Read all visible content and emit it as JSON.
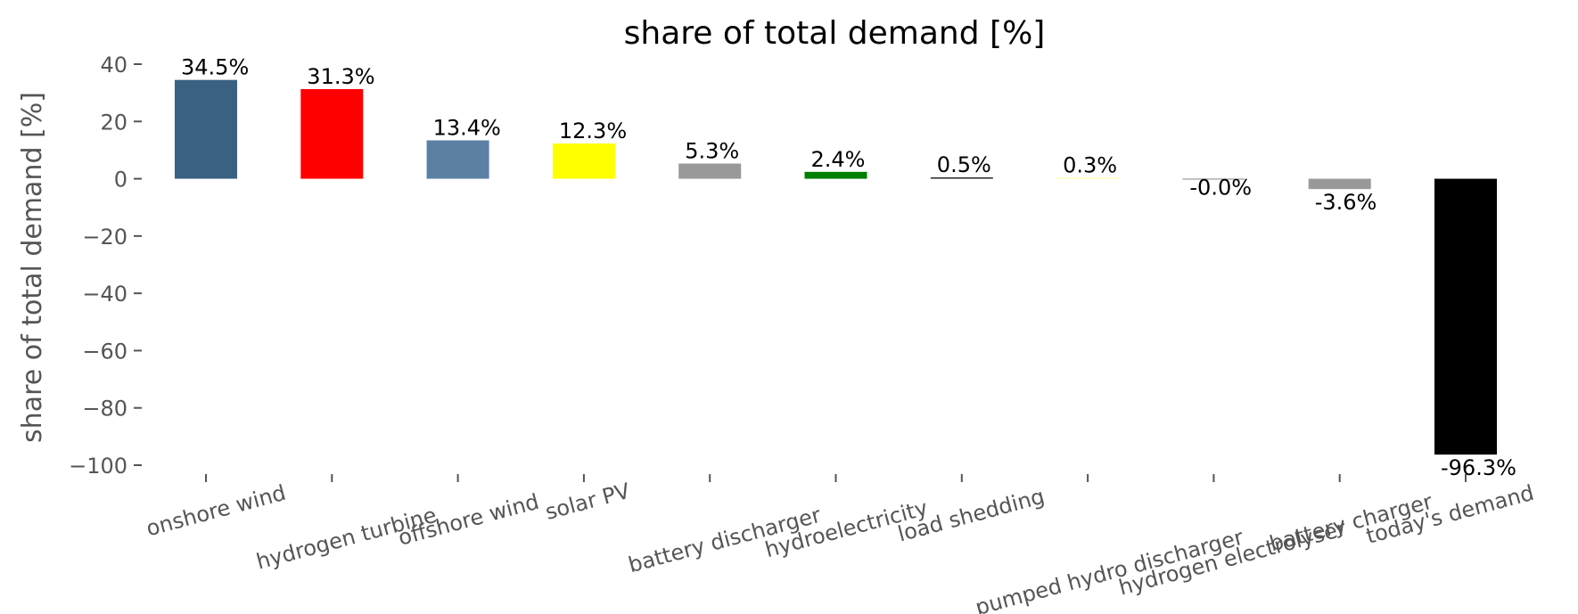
{
  "chart_data": {
    "type": "bar",
    "title": "share of total demand [%]",
    "xlabel": "",
    "ylabel": "share of total demand [%]",
    "ylim": [
      -100,
      40
    ],
    "yticks": [
      40,
      20,
      0,
      -20,
      -40,
      -60,
      -80,
      -100
    ],
    "ytick_labels": [
      "40",
      "20",
      "0",
      "−20",
      "−40",
      "−60",
      "−80",
      "−100"
    ],
    "grid": false,
    "categories": [
      "onshore wind",
      "hydrogen turbine",
      "offshore wind",
      "solar PV",
      "battery discharger",
      "hydroelectricity",
      "load shedding",
      "pumped hydro discharger",
      "hydrogen electrolyser",
      "battery charger",
      "today's demand"
    ],
    "values": [
      34.5,
      31.3,
      13.4,
      12.3,
      5.3,
      2.4,
      0.5,
      0.3,
      -0.0,
      -3.6,
      -96.3
    ],
    "data_labels": [
      "34.5%",
      "31.3%",
      "13.4%",
      "12.3%",
      "5.3%",
      "2.4%",
      "0.5%",
      "0.3%",
      "-0.0%",
      "-3.6%",
      "-96.3%"
    ],
    "colors": [
      "#3b6182",
      "#ff0000",
      "#5b80a3",
      "#ffff00",
      "#999999",
      "#008000",
      "#333333",
      "#ffff99",
      "#666666",
      "#999999",
      "#000000"
    ]
  }
}
